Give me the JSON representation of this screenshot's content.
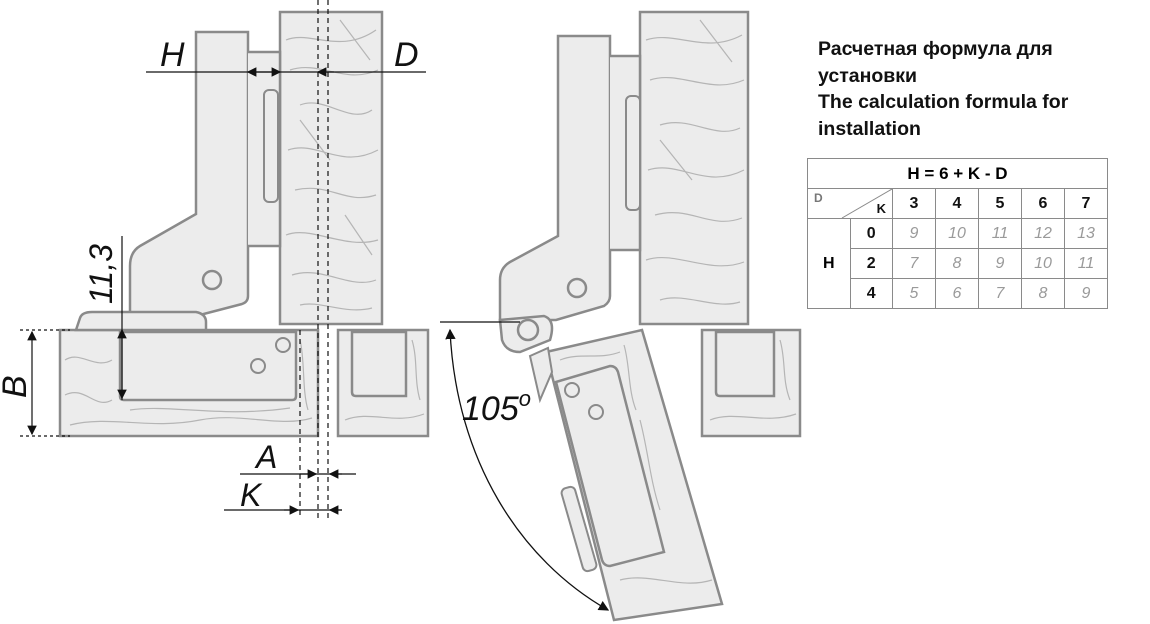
{
  "labels": {
    "H": "H",
    "D": "D",
    "dim_11_3": "11,3",
    "B": "B",
    "A": "A",
    "K": "K",
    "angle": "105",
    "angle_unit": "o"
  },
  "title": {
    "line_ru_1": "Расчетная формула для",
    "line_ru_2": "установки",
    "line_en_1": "The calculation formula for",
    "line_en_2": "installation"
  },
  "table": {
    "formula": "H = 6 + K - D",
    "corner_d": "D",
    "corner_k": "K",
    "row_axis": "H",
    "k_values": [
      "3",
      "4",
      "5",
      "6",
      "7"
    ],
    "rows": [
      {
        "h": "0",
        "values": [
          "9",
          "10",
          "11",
          "12",
          "13"
        ]
      },
      {
        "h": "2",
        "values": [
          "7",
          "8",
          "9",
          "10",
          "11"
        ]
      },
      {
        "h": "4",
        "values": [
          "5",
          "6",
          "7",
          "8",
          "9"
        ]
      }
    ]
  },
  "colors": {
    "fill": "#ececec",
    "stroke": "#8a8a8a",
    "grain": "#b5b5b5",
    "text": "#111111",
    "value_text": "#9a9a9a"
  }
}
